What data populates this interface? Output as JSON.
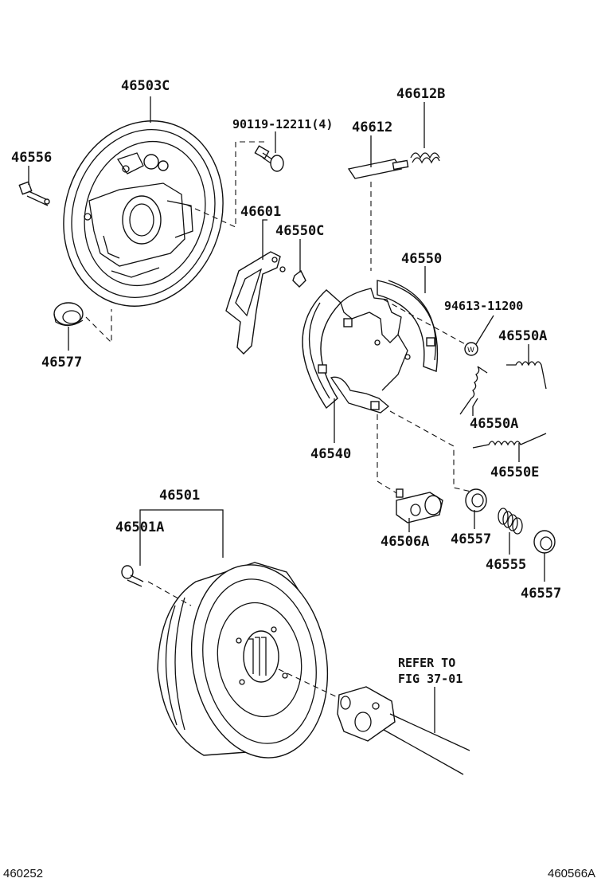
{
  "labels": {
    "backing_plate": "46503C",
    "bolt_46556": "46556",
    "bolt_90119": "90119-12211(4)",
    "lever_46612": "46612",
    "spring_46612b": "46612B",
    "lever_46601": "46601",
    "clip_46550c": "46550C",
    "shoe_set": "46550",
    "nut_94613": "94613-11200",
    "plug_46577": "46577",
    "spring_46550a_1": "46550A",
    "spring_46550a_2": "46550A",
    "shoe_46540": "46540",
    "spring_46550e": "46550E",
    "drum": "46501",
    "bolt_46501a": "46501A",
    "cylinder": "46506A",
    "cup_46557_1": "46557",
    "spring_46555": "46555",
    "cup_46557_2": "46557",
    "refer_line1": "REFER TO",
    "refer_line2": "FIG 37-01"
  },
  "footer": {
    "left_code": "460252",
    "right_code": "460566A"
  }
}
